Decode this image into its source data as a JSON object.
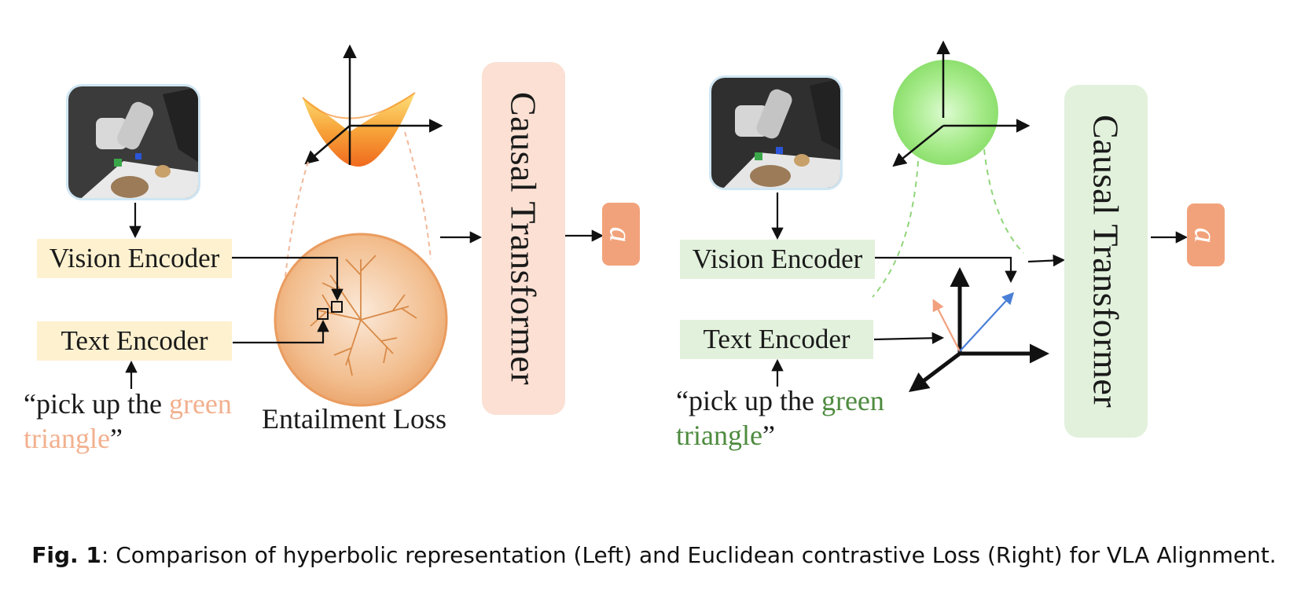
{
  "left_panel": {
    "vision_encoder_label": "Vision Encoder",
    "text_encoder_label": "Text Encoder",
    "prompt_open": "“pick up the ",
    "prompt_highlight_1": "green",
    "prompt_highlight_2": "triangle",
    "prompt_close": "”",
    "loss_label": "Entailment Loss",
    "transformer_label": "Causal Transformer",
    "action_label": "a"
  },
  "right_panel": {
    "vision_encoder_label": "Vision Encoder",
    "text_encoder_label": "Text Encoder",
    "prompt_open": "“pick up the ",
    "prompt_highlight_1": "green",
    "prompt_highlight_2": "triangle",
    "prompt_close": "”",
    "transformer_label": "Causal Transformer",
    "action_label": "a"
  },
  "caption": {
    "label": "Fig. 1",
    "text": ": Comparison of hyperbolic representation (Left) and Euclidean contrastive Loss (Right) for VLA Alignment."
  },
  "colors": {
    "left_encoder_fill": "#fdf1cf",
    "right_encoder_fill": "#e2f1dc",
    "left_transformer_fill": "#fbe0d3",
    "right_transformer_fill": "#e2f1dc",
    "action_box_fill": "#f1a27a",
    "left_highlight": "#f2b08e",
    "right_highlight": "#4e8b3f",
    "vector_orange": "#f2a07e",
    "vector_blue": "#4a7fd6"
  },
  "icons": {
    "robot_scene": "robot-arm-photo",
    "hyperbolic_surface": "hyperboloid-icon",
    "poincare_disk": "poincare-disk-icon",
    "sphere": "sphere-icon",
    "axes": "3d-axes-icon"
  }
}
